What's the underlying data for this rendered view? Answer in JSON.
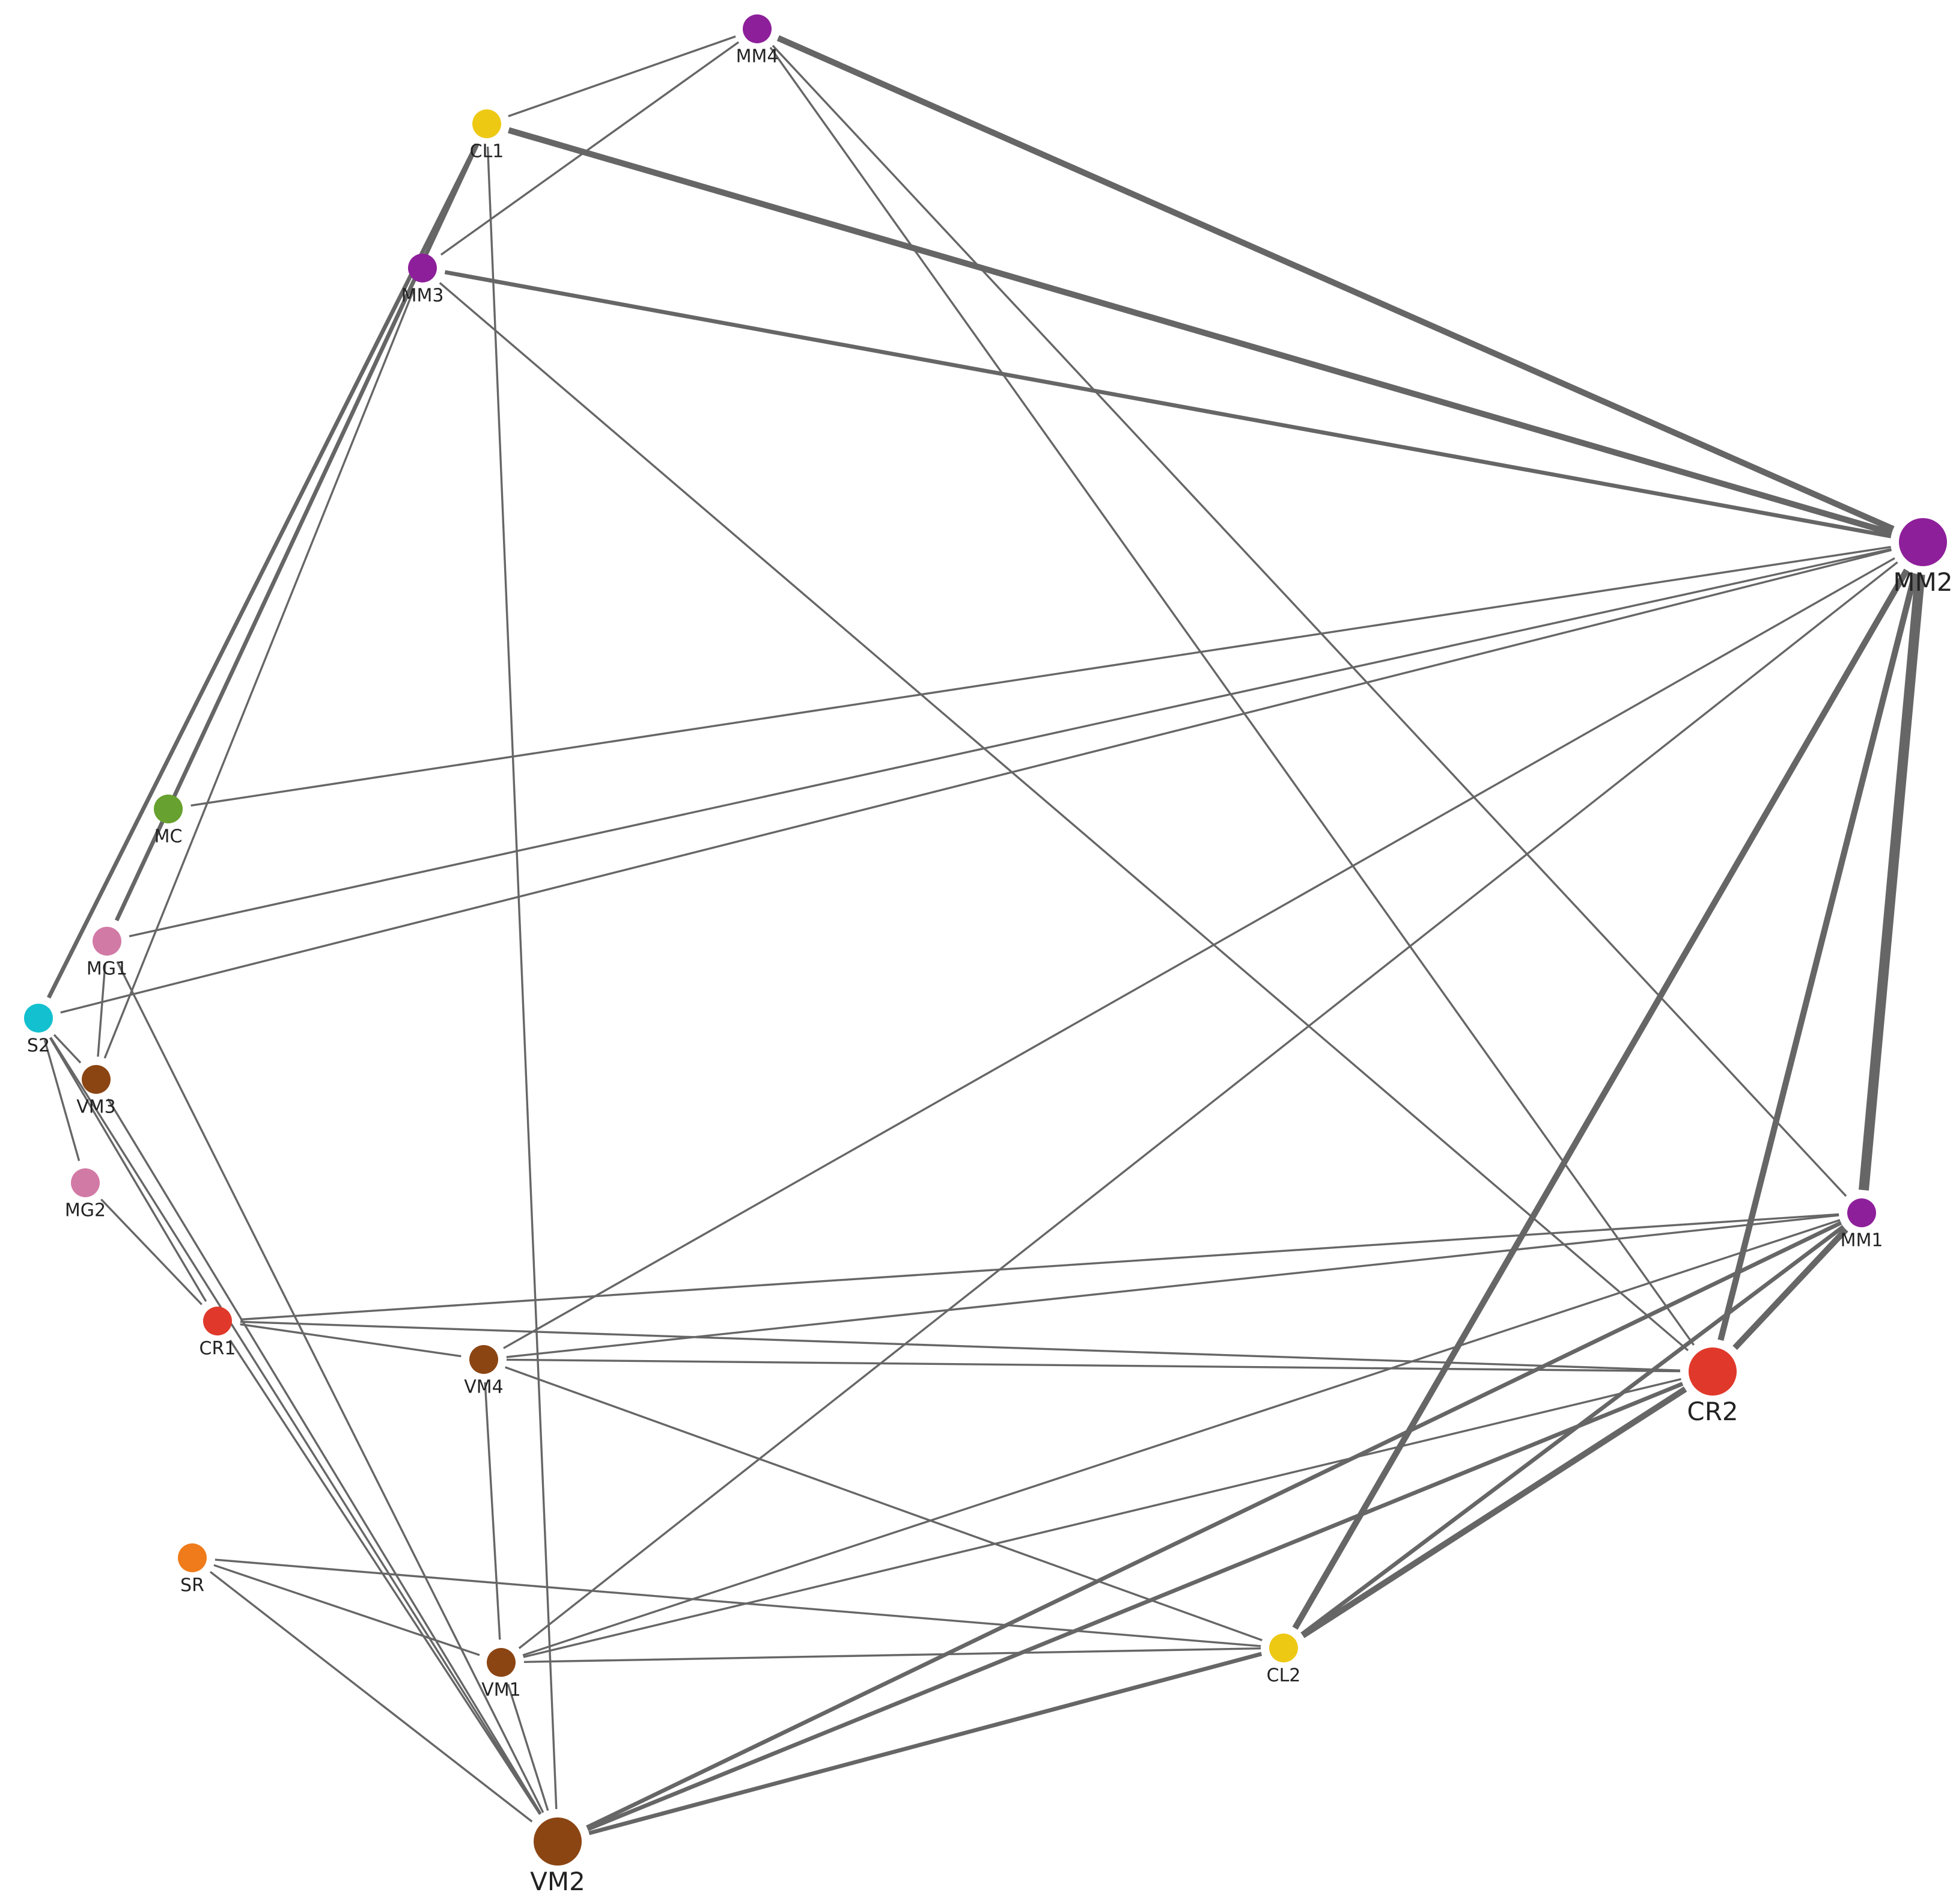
{
  "diagram": {
    "type": "network",
    "edge_color": "#666666",
    "nodes": [
      {
        "id": "MM4",
        "label": "MM4",
        "color": "#8e1f9a",
        "size": "medium"
      },
      {
        "id": "CL1",
        "label": "CL1",
        "color": "#eec914",
        "size": "medium"
      },
      {
        "id": "MM3",
        "label": "MM3",
        "color": "#8e1f9a",
        "size": "medium"
      },
      {
        "id": "MM2",
        "label": "MM2",
        "color": "#8e1f9a",
        "size": "large"
      },
      {
        "id": "MC",
        "label": "MC",
        "color": "#67a12f",
        "size": "medium"
      },
      {
        "id": "MG1",
        "label": "MG1",
        "color": "#d27aa6",
        "size": "medium"
      },
      {
        "id": "S2",
        "label": "S2",
        "color": "#13c0cf",
        "size": "medium"
      },
      {
        "id": "VM3",
        "label": "VM3",
        "color": "#8b4513",
        "size": "medium"
      },
      {
        "id": "MG2",
        "label": "MG2",
        "color": "#d27aa6",
        "size": "medium"
      },
      {
        "id": "MM1",
        "label": "MM1",
        "color": "#8e1f9a",
        "size": "medium"
      },
      {
        "id": "CR1",
        "label": "CR1",
        "color": "#e0392b",
        "size": "medium"
      },
      {
        "id": "VM4",
        "label": "VM4",
        "color": "#8b4513",
        "size": "medium"
      },
      {
        "id": "CR2",
        "label": "CR2",
        "color": "#e0392b",
        "size": "large"
      },
      {
        "id": "SR",
        "label": "SR",
        "color": "#ef7b1b",
        "size": "medium"
      },
      {
        "id": "VM1",
        "label": "VM1",
        "color": "#8b4513",
        "size": "medium"
      },
      {
        "id": "CL2",
        "label": "CL2",
        "color": "#eec914",
        "size": "medium"
      },
      {
        "id": "VM2",
        "label": "VM2",
        "color": "#8b4513",
        "size": "large"
      }
    ],
    "edges": [
      {
        "source": "MM4",
        "target": "MM2",
        "weight": 3
      },
      {
        "source": "MM4",
        "target": "CL1",
        "weight": 1
      },
      {
        "source": "MM4",
        "target": "MM3",
        "weight": 1
      },
      {
        "source": "MM4",
        "target": "CR2",
        "weight": 1
      },
      {
        "source": "MM4",
        "target": "MM1",
        "weight": 1
      },
      {
        "source": "CL1",
        "target": "MM2",
        "weight": 3
      },
      {
        "source": "CL1",
        "target": "S2",
        "weight": 2
      },
      {
        "source": "CL1",
        "target": "MG1",
        "weight": 2
      },
      {
        "source": "CL1",
        "target": "VM2",
        "weight": 1
      },
      {
        "source": "MM3",
        "target": "MM2",
        "weight": 2
      },
      {
        "source": "MM3",
        "target": "VM3",
        "weight": 1
      },
      {
        "source": "MM3",
        "target": "CR2",
        "weight": 1
      },
      {
        "source": "MM2",
        "target": "MM1",
        "weight": 5
      },
      {
        "source": "MM2",
        "target": "CR2",
        "weight": 3
      },
      {
        "source": "MM2",
        "target": "CL2",
        "weight": 3
      },
      {
        "source": "MM2",
        "target": "MC",
        "weight": 1
      },
      {
        "source": "MM2",
        "target": "MG1",
        "weight": 1
      },
      {
        "source": "MM2",
        "target": "S2",
        "weight": 1
      },
      {
        "source": "MM2",
        "target": "VM4",
        "weight": 1
      },
      {
        "source": "MM2",
        "target": "VM1",
        "weight": 1
      },
      {
        "source": "MG1",
        "target": "VM3",
        "weight": 1
      },
      {
        "source": "MG1",
        "target": "VM2",
        "weight": 1
      },
      {
        "source": "S2",
        "target": "VM3",
        "weight": 1
      },
      {
        "source": "S2",
        "target": "MG2",
        "weight": 1
      },
      {
        "source": "S2",
        "target": "CR1",
        "weight": 1
      },
      {
        "source": "S2",
        "target": "VM2",
        "weight": 1
      },
      {
        "source": "VM3",
        "target": "VM2",
        "weight": 1
      },
      {
        "source": "MG2",
        "target": "CR1",
        "weight": 1
      },
      {
        "source": "MM1",
        "target": "CR2",
        "weight": 3
      },
      {
        "source": "MM1",
        "target": "CR1",
        "weight": 1
      },
      {
        "source": "MM1",
        "target": "VM4",
        "weight": 1
      },
      {
        "source": "MM1",
        "target": "VM1",
        "weight": 1
      },
      {
        "source": "MM1",
        "target": "VM2",
        "weight": 2
      },
      {
        "source": "MM1",
        "target": "CL2",
        "weight": 2
      },
      {
        "source": "CR1",
        "target": "VM4",
        "weight": 1
      },
      {
        "source": "CR1",
        "target": "CR2",
        "weight": 1
      },
      {
        "source": "CR1",
        "target": "VM2",
        "weight": 1
      },
      {
        "source": "VM4",
        "target": "CR2",
        "weight": 1
      },
      {
        "source": "VM4",
        "target": "CL2",
        "weight": 1
      },
      {
        "source": "VM4",
        "target": "VM1",
        "weight": 1
      },
      {
        "source": "CR2",
        "target": "CL2",
        "weight": 3
      },
      {
        "source": "CR2",
        "target": "VM1",
        "weight": 1
      },
      {
        "source": "CR2",
        "target": "VM2",
        "weight": 2
      },
      {
        "source": "SR",
        "target": "CL2",
        "weight": 1
      },
      {
        "source": "SR",
        "target": "VM1",
        "weight": 1
      },
      {
        "source": "SR",
        "target": "VM2",
        "weight": 1
      },
      {
        "source": "VM1",
        "target": "CL2",
        "weight": 1
      },
      {
        "source": "VM1",
        "target": "VM2",
        "weight": 1
      },
      {
        "source": "CL2",
        "target": "VM2",
        "weight": 2
      }
    ]
  }
}
